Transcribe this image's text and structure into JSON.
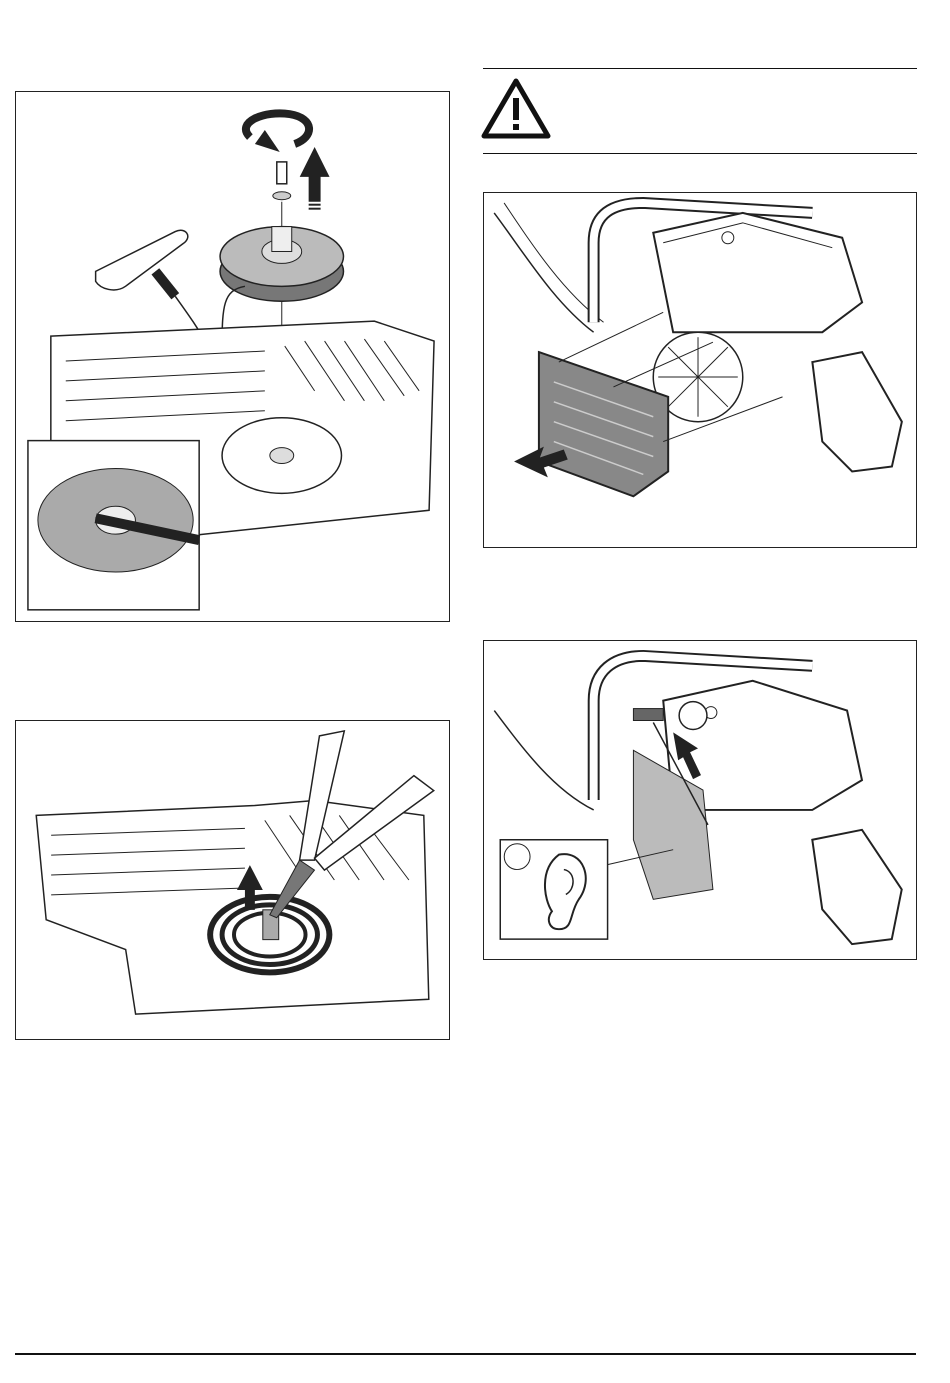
{
  "document": {
    "figures": [
      {
        "id": "starter-pulley-removal",
        "icons": [
          "rotate-arrow-icon",
          "lift-arrow-icon",
          "pulley-bolt-icon"
        ]
      },
      {
        "id": "spring-removal-pliers",
        "icons": [
          "pliers-icon",
          "lift-arrow-icon"
        ]
      },
      {
        "id": "starter-cover-install",
        "icons": [
          "push-arrow-icon"
        ]
      },
      {
        "id": "start-handle-pull",
        "icons": [
          "pull-arrow-icon",
          "ear-icon"
        ]
      }
    ],
    "warning": {
      "icon": "warning-triangle-icon"
    },
    "colors": {
      "line": "#111111",
      "fill_gray": "#b9b9b9",
      "dark_gray": "#6f6f6f"
    }
  }
}
